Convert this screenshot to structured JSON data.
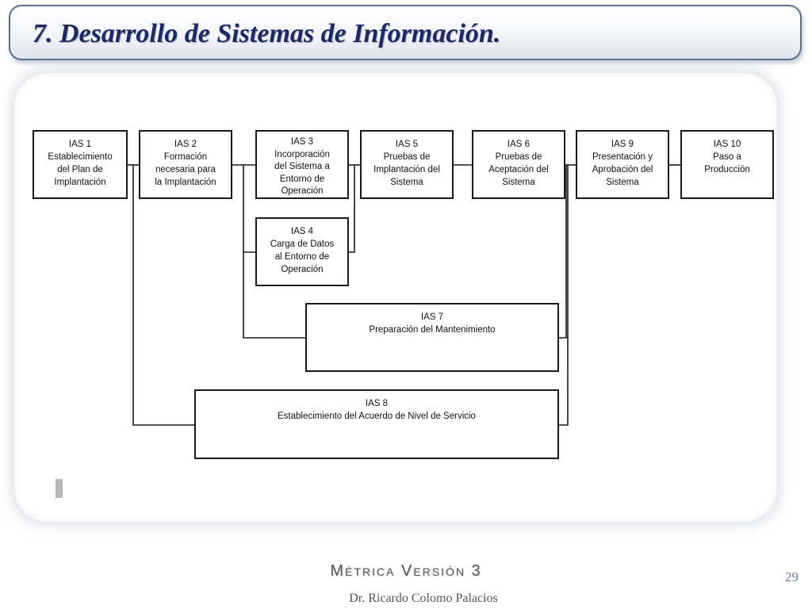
{
  "slide": {
    "title": "7. Desarrollo de Sistemas de Información.",
    "footer_title": "Métrica Versión 3",
    "footer_author": "Dr. Ricardo Colomo Palacios",
    "page_number": "29"
  },
  "diagram": {
    "colors": {
      "box_border": "#1a1a1a",
      "line": "#1a1a1a",
      "title": "#1b2a66"
    },
    "boxes": {
      "ias1": {
        "lines": [
          "IAS 1",
          "Establecimiento",
          "del Plan de",
          "Implantación"
        ]
      },
      "ias2": {
        "lines": [
          "IAS 2",
          "Formación",
          "necesaria para",
          "la Implantación"
        ]
      },
      "ias3": {
        "lines": [
          "IAS 3",
          "Incorporación",
          "del Sistema a",
          "Entorno de",
          "Operación"
        ]
      },
      "ias5": {
        "lines": [
          "IAS 5",
          "Pruebas de",
          "Implantación del",
          "Sistema"
        ]
      },
      "ias6": {
        "lines": [
          "IAS 6",
          "Pruebas de",
          "Aceptación del",
          "Sistema"
        ]
      },
      "ias9": {
        "lines": [
          "IAS 9",
          "Presentación y",
          "Aprobación del",
          "Sistema"
        ]
      },
      "ias10": {
        "lines": [
          "IAS 10",
          "Paso a",
          "Producción"
        ]
      },
      "ias4": {
        "lines": [
          "IAS 4",
          "Carga de Datos",
          "al Entorno de",
          "Operación"
        ]
      },
      "ias7": {
        "lines": [
          "IAS 7",
          "Preparación del Mantenimiento"
        ]
      },
      "ias8": {
        "lines": [
          "IAS 8",
          "Establecimiento del Acuerdo de Nivel de Servicio"
        ]
      }
    }
  }
}
